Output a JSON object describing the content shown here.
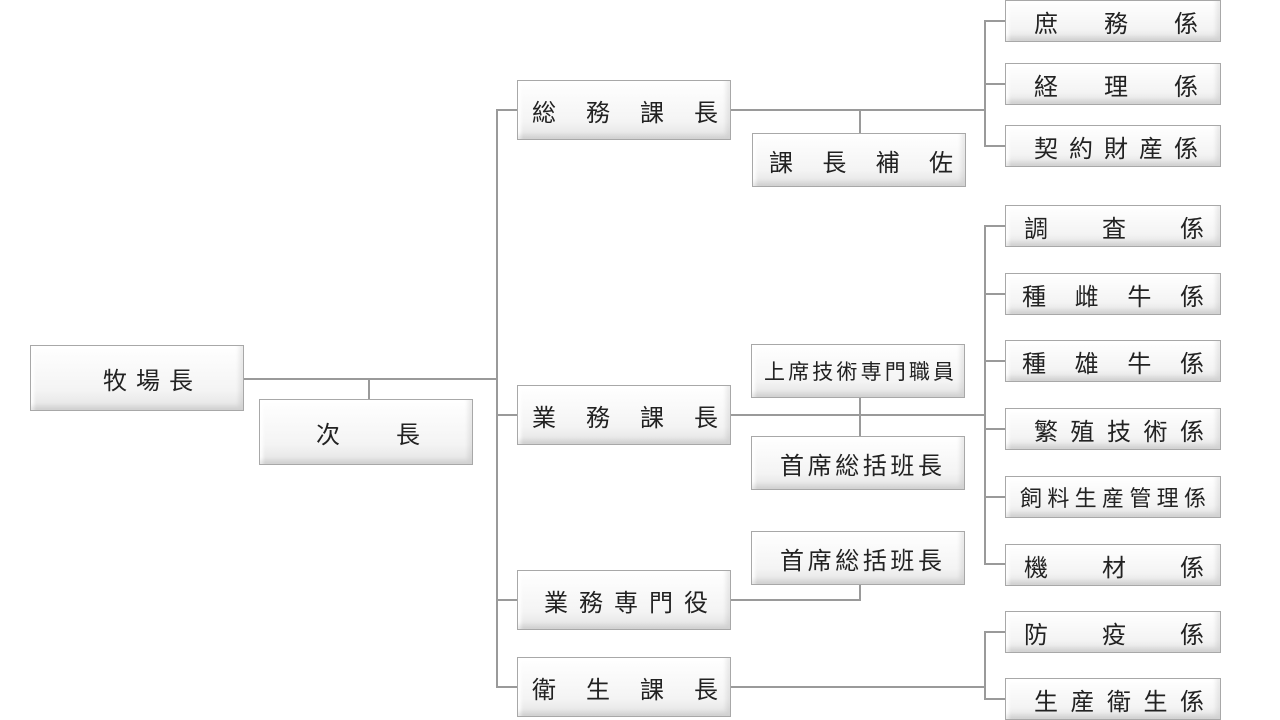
{
  "director": "牧 場 長",
  "deputy": "次 長",
  "general_affairs": {
    "head": "総 務 課 長",
    "assistant": "課 長 補 佐",
    "units": [
      "庶 務 係",
      "経 理 係",
      "契約財産係"
    ]
  },
  "operations": {
    "head": "業 務 課 長",
    "staff": [
      "上席技術専門職員",
      "首席総括班長"
    ],
    "units": [
      "調 査 係",
      "種 雌 牛 係",
      "種 雄 牛 係",
      "繁殖技術係",
      "飼料生産管理係",
      "機 材 係"
    ]
  },
  "operations_specialist": {
    "head": "業務専門役",
    "staff": "首席総括班長"
  },
  "hygiene": {
    "head": "衛 生 課 長",
    "units": [
      "防 疫 係",
      "生産衛生係"
    ]
  }
}
